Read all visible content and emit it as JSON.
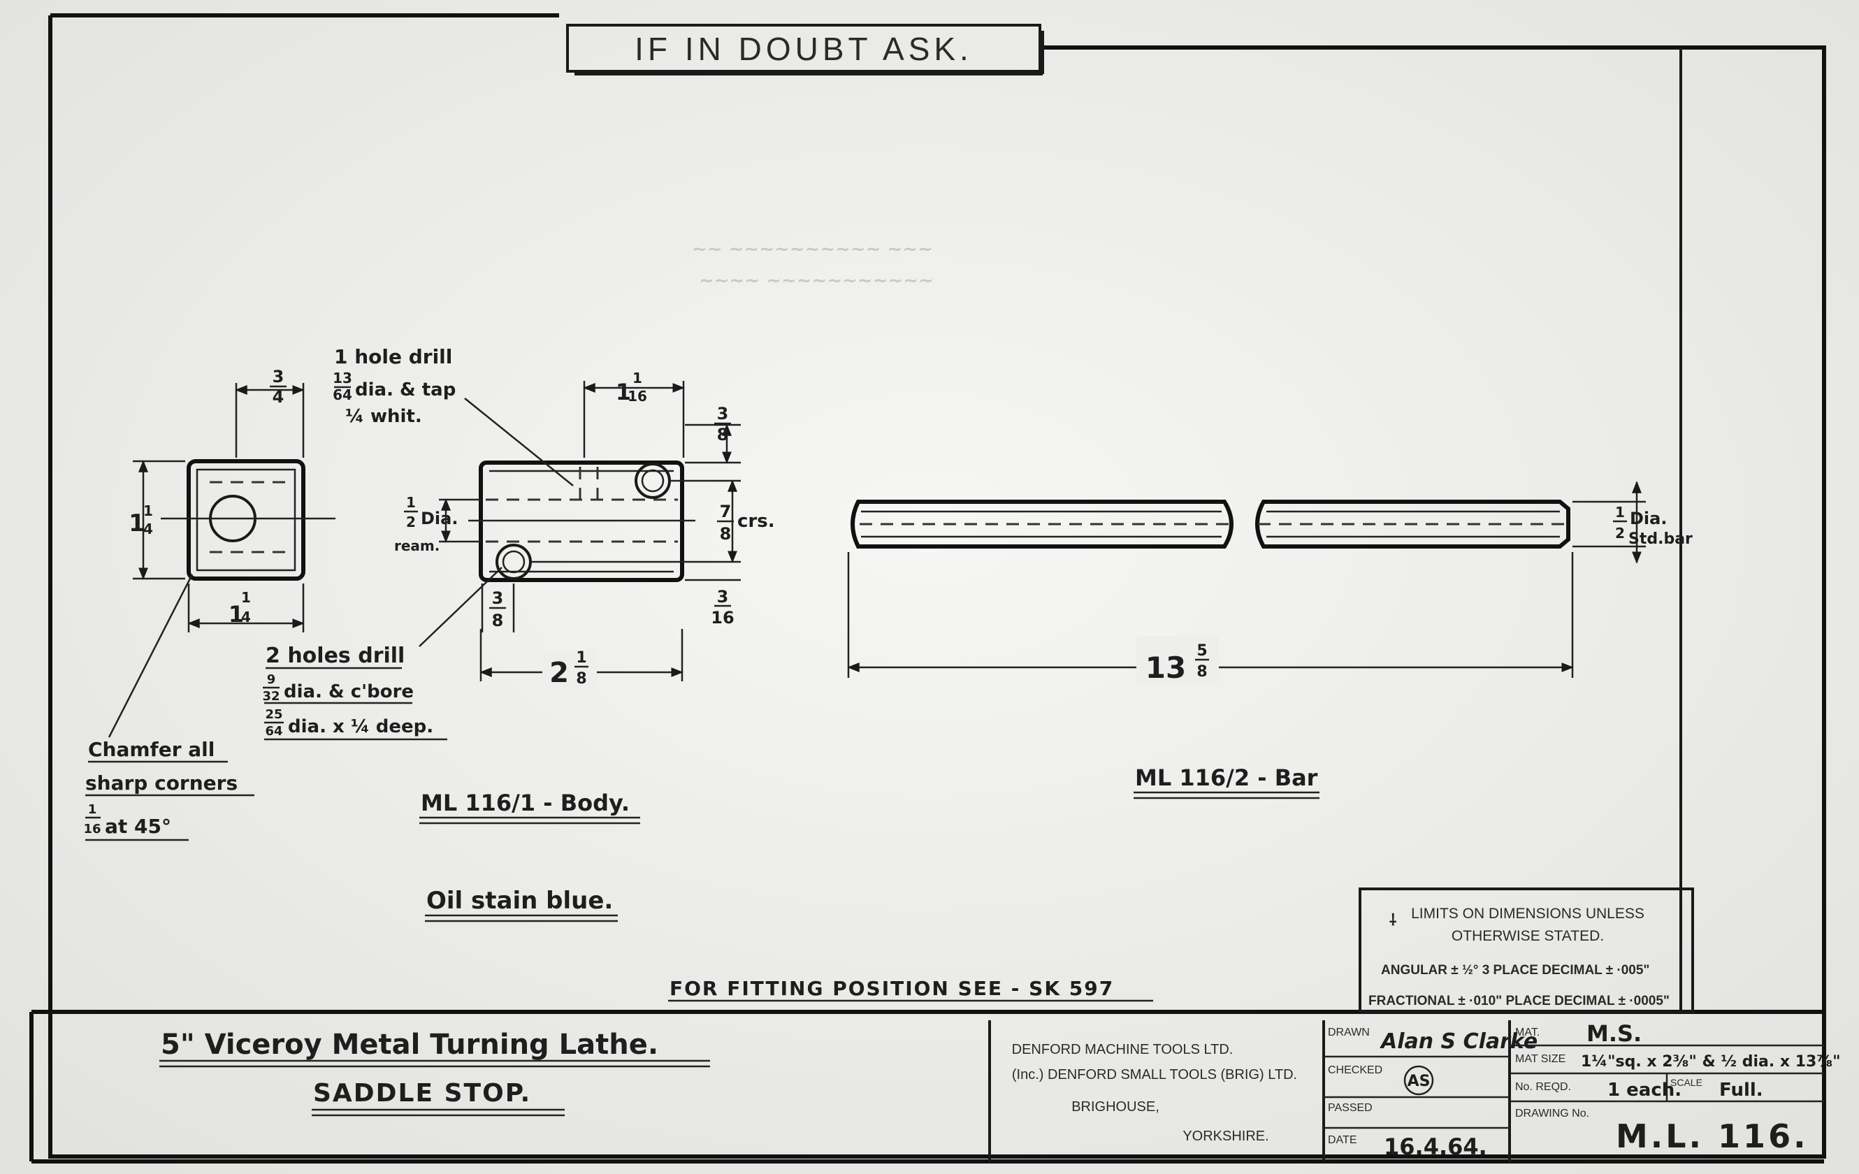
{
  "header": {
    "notice": "IF IN DOUBT ASK."
  },
  "views": {
    "end_view": {
      "dim_top_num": "3",
      "dim_top_den": "4",
      "dim_left_whole": "1",
      "dim_left_num": "1",
      "dim_left_den": "4",
      "dim_bottom_whole": "1",
      "dim_bottom_num": "1",
      "dim_bottom_den": "4"
    },
    "body_view": {
      "dim_top_whole": "1",
      "dim_top_num": "1",
      "dim_top_den": "16",
      "dim_right_top_num": "3",
      "dim_right_top_den": "8",
      "dim_centres_num": "7",
      "dim_centres_den": "8",
      "dim_centres_suffix": "crs.",
      "dim_right_bottom_num": "3",
      "dim_right_bottom_den": "16",
      "dim_left_num": "1",
      "dim_left_den": "2",
      "dim_left_text_1": "Dia.",
      "dim_left_text_2": "ream.",
      "dim_bottom_left_num": "3",
      "dim_bottom_left_den": "8",
      "dim_length_whole": "2",
      "dim_length_num": "1",
      "dim_length_den": "8"
    },
    "bar_view": {
      "dim_length_whole": "13",
      "dim_length_num": "5",
      "dim_length_den": "8",
      "dim_dia_num": "1",
      "dim_dia_den": "2",
      "dim_dia_text_1": "Dia.",
      "dim_dia_text_2": "Std.bar"
    }
  },
  "notes": {
    "hole_drill_line1": "1 hole drill",
    "hole_drill_num": "13",
    "hole_drill_den": "64",
    "hole_drill_line2": "dia. & tap",
    "hole_drill_line3": "¼ whit.",
    "two_holes_line1": "2 holes drill",
    "two_holes_num1": "9",
    "two_holes_den1": "32",
    "two_holes_line2": "dia. & c'bore",
    "two_holes_num2": "25",
    "two_holes_den2": "64",
    "two_holes_line3": "dia. x ¼ deep.",
    "chamfer_line1": "Chamfer all",
    "chamfer_line2": "sharp corners",
    "chamfer_num": "1",
    "chamfer_den": "16",
    "chamfer_line3": "at 45°",
    "label_body": "ML 116/1 - Body.",
    "label_bar": "ML 116/2 - Bar",
    "oil_stain": "Oil stain blue.",
    "fitting_position": "FOR FITTING POSITION SEE - SK 597"
  },
  "limits_box": {
    "heading_1": "LIMITS ON DIMENSIONS UNLESS",
    "heading_2": "OTHERWISE STATED.",
    "angular": "ANGULAR ± ½° 3 PLACE DECIMAL ± ·005\"",
    "fractional": "FRACTIONAL ± ·010\" PLACE DECIMAL ± ·0005\""
  },
  "title_block": {
    "title": "5\" Viceroy Metal Turning Lathe.",
    "subtitle": "SADDLE STOP.",
    "company_1": "DENFORD MACHINE TOOLS LTD.",
    "company_2": "(Inc.) DENFORD SMALL TOOLS (BRIG) LTD.",
    "company_3": "BRIGHOUSE,",
    "company_4": "YORKSHIRE.",
    "drawn_label": "DRAWN",
    "drawn_value": "Alan S Clarke",
    "checked_label": "CHECKED",
    "checked_value": "AS",
    "passed_label": "PASSED",
    "date_label": "DATE",
    "date_value": "16.4.64.",
    "mat_label": "MAT.",
    "mat_value": "M.S.",
    "mat_size_label": "MAT SIZE",
    "mat_size_value": "1¼\"sq. x 2⅜\" & ½ dia. x 13⅞\"",
    "no_reqd_label": "No. REQD.",
    "no_reqd_value": "1 each.",
    "scale_label": "SCALE",
    "scale_value": "Full.",
    "drawing_no_label": "DRAWING No.",
    "drawing_no_value": "M.L. 116."
  },
  "colors": {
    "paper": "#f3f3f1",
    "ink": "#1b1b1b"
  }
}
